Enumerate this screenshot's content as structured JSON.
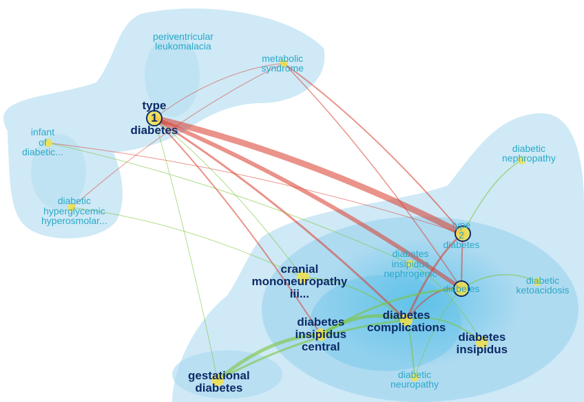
{
  "nodes": [
    {
      "id": "periventricular",
      "lines": [
        "periventricular",
        "leukomalacia"
      ],
      "size": "small"
    },
    {
      "id": "metabolic",
      "lines": [
        "metabolic",
        "syndrome"
      ],
      "size": "small"
    },
    {
      "id": "type1",
      "lines": [
        "type",
        "1",
        "diabetes"
      ],
      "size": "big",
      "circle": true
    },
    {
      "id": "infant",
      "lines": [
        "infant",
        "of",
        "diabetic..."
      ],
      "size": "small"
    },
    {
      "id": "hyperglycemic",
      "lines": [
        "diabetic",
        "hyperglycemic",
        "hyperosmolar..."
      ],
      "size": "small"
    },
    {
      "id": "nephropathy",
      "lines": [
        "diabetic",
        "nephropathy"
      ],
      "size": "small"
    },
    {
      "id": "type2",
      "lines": [
        "type",
        "2",
        "diabetes"
      ],
      "size": "small",
      "circle": true
    },
    {
      "id": "dinephrogenic",
      "lines": [
        "diabetes",
        "insipidus",
        "nephrogenic"
      ],
      "size": "small"
    },
    {
      "id": "cranial",
      "lines": [
        "cranial",
        "mononeuropathy",
        "iii..."
      ],
      "size": "big"
    },
    {
      "id": "diabetes",
      "lines": [
        "diabetes"
      ],
      "size": "small",
      "circle": true
    },
    {
      "id": "ketoacidosis",
      "lines": [
        "diabetic",
        "ketoacidosis"
      ],
      "size": "small"
    },
    {
      "id": "dicentral",
      "lines": [
        "diabetes",
        "insipidus",
        "central"
      ],
      "size": "big"
    },
    {
      "id": "complications",
      "lines": [
        "diabetes",
        "complications"
      ],
      "size": "big"
    },
    {
      "id": "insipidus",
      "lines": [
        "diabetes",
        "insipidus"
      ],
      "size": "big"
    },
    {
      "id": "gestational",
      "lines": [
        "gestational",
        "diabetes"
      ],
      "size": "big"
    },
    {
      "id": "neuropathy",
      "lines": [
        "diabetic",
        "neuropathy"
      ],
      "size": "small"
    }
  ],
  "colors": {
    "red_edge": "#d83a2a",
    "green_edge": "#7cc43a",
    "node_fill": "#f2e04a",
    "circle_stroke": "#0e2a66"
  }
}
